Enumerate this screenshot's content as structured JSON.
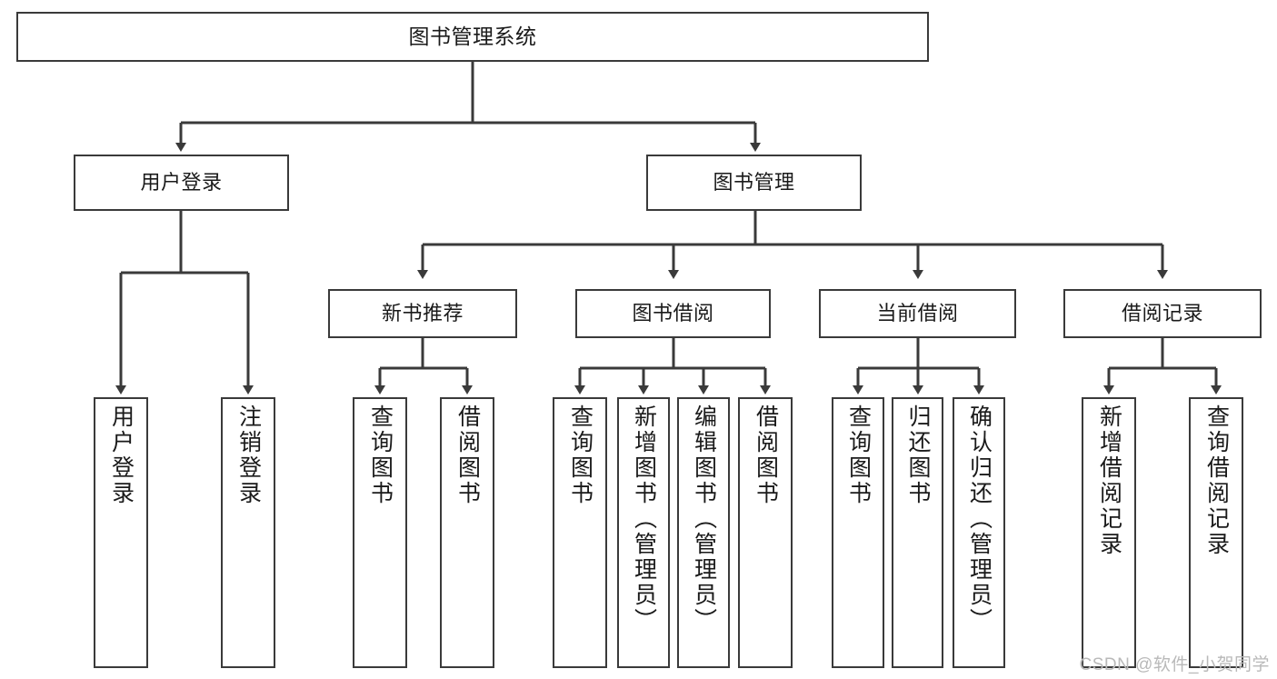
{
  "diagram": {
    "type": "tree-hierarchy",
    "title": "图书管理系统",
    "watermark": "CSDN @软件_小贺同学",
    "colors": {
      "stroke": "#3a3a3a",
      "fill": "#ffffff",
      "text": "#1a1a1a",
      "watermark": "#b9b9b9"
    },
    "levels": {
      "root": [
        "图书管理系统"
      ],
      "level2": [
        "用户登录",
        "图书管理"
      ],
      "level3": [
        "新书推荐",
        "图书借阅",
        "当前借阅",
        "借阅记录"
      ],
      "leaves": [
        "用户登录",
        "注销登录",
        "查询图书",
        "借阅图书",
        "查询图书",
        "新增图书（管理员）",
        "编辑图书（管理员）",
        "借阅图书",
        "查询图书",
        "归还图书",
        "确认归还（管理员）",
        "新增借阅记录",
        "查询借阅记录"
      ]
    },
    "nodes": {
      "root": {
        "label": "图书管理系统"
      },
      "user_login": {
        "label": "用户登录"
      },
      "book_manage": {
        "label": "图书管理"
      },
      "new_book_rec": {
        "label": "新书推荐"
      },
      "book_borrow": {
        "label": "图书借阅"
      },
      "current_borrow": {
        "label": "当前借阅"
      },
      "borrow_record": {
        "label": "借阅记录"
      },
      "leaf_user_login": {
        "label": "用户登录"
      },
      "leaf_logout": {
        "label": "注销登录"
      },
      "leaf_query_book_1": {
        "label": "查询图书"
      },
      "leaf_borrow_book_1": {
        "label": "借阅图书"
      },
      "leaf_query_book_2": {
        "label": "查询图书"
      },
      "leaf_add_book_admin": {
        "label": "新增图书（管理员）"
      },
      "leaf_edit_book_admin": {
        "label": "编辑图书（管理员）"
      },
      "leaf_borrow_book_2": {
        "label": "借阅图书"
      },
      "leaf_query_book_3": {
        "label": "查询图书"
      },
      "leaf_return_book": {
        "label": "归还图书"
      },
      "leaf_confirm_return_admin": {
        "label": "确认归还（管理员）"
      },
      "leaf_add_borrow_record": {
        "label": "新增借阅记录"
      },
      "leaf_query_borrow_record": {
        "label": "查询借阅记录"
      }
    }
  }
}
